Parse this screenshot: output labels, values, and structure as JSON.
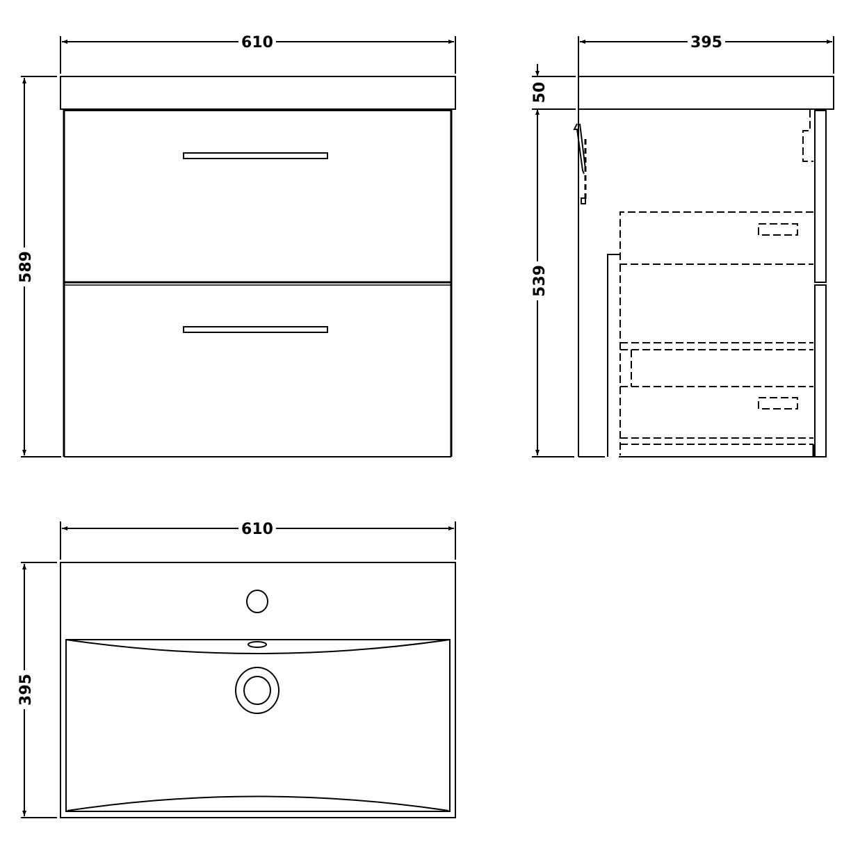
{
  "drawing": {
    "front_view": {
      "width_label": "610",
      "height_label": "589",
      "drawer_count": 2
    },
    "side_view": {
      "depth_label": "395",
      "top_thickness_label": "50",
      "carcass_height_label": "539"
    },
    "plan_view": {
      "width_label": "610",
      "depth_label": "395"
    }
  },
  "colors": {
    "line": "#000000",
    "background": "#ffffff"
  }
}
